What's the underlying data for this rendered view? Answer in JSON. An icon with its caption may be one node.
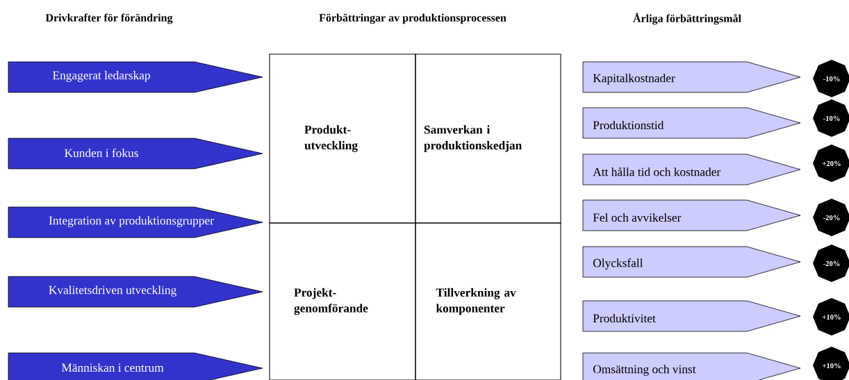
{
  "diagram": {
    "nodes": [
      {
        "text": [
          "Engagerat ledarskap"
        ]
      },
      {
        "text": [
          "Kunden i fokus"
        ]
      },
      {
        "text": [
          "Integration av produktionsgrupper"
        ]
      },
      {
        "text": [
          "Kvalitetsdriven utveckling"
        ]
      },
      {
        "text": [
          "Människan i centrum"
        ]
      },
      {
        "text": [
          "Produkt- utveckling"
        ]
      },
      {
        "text": [
          "Samverkan i produktionskedjan"
        ]
      },
      {
        "text": [
          "Projekt- genomförande"
        ]
      },
      {
        "text": [
          "Tillverkning av komponenter"
        ]
      },
      {
        "text": [
          "Kapitalkostnader"
        ]
      },
      {
        "text": [
          "-10%"
        ]
      },
      {
        "text": [
          "Produktionstid"
        ]
      },
      {
        "text": [
          "-10%"
        ]
      },
      {
        "text": [
          "Att hålla tid och kostnader"
        ]
      },
      {
        "text": [
          "+20%"
        ]
      },
      {
        "text": [
          "Fel och avvikelser"
        ]
      },
      {
        "text": [
          "-20%"
        ]
      },
      {
        "text": [
          "Olycksfall"
        ]
      },
      {
        "text": [
          "-20%"
        ]
      },
      {
        "text": [
          "Produktivitet"
        ]
      },
      {
        "text": [
          "+10%"
        ]
      },
      {
        "text": [
          "Omsättning och vinst"
        ]
      },
      {
        "text": [
          "+10%"
        ]
      }
    ],
    "labels": [
      "Drivkrafter för förändring",
      "Förbättringar av produktionsprocessen",
      "Årliga förbättringsmål"
    ]
  }
}
